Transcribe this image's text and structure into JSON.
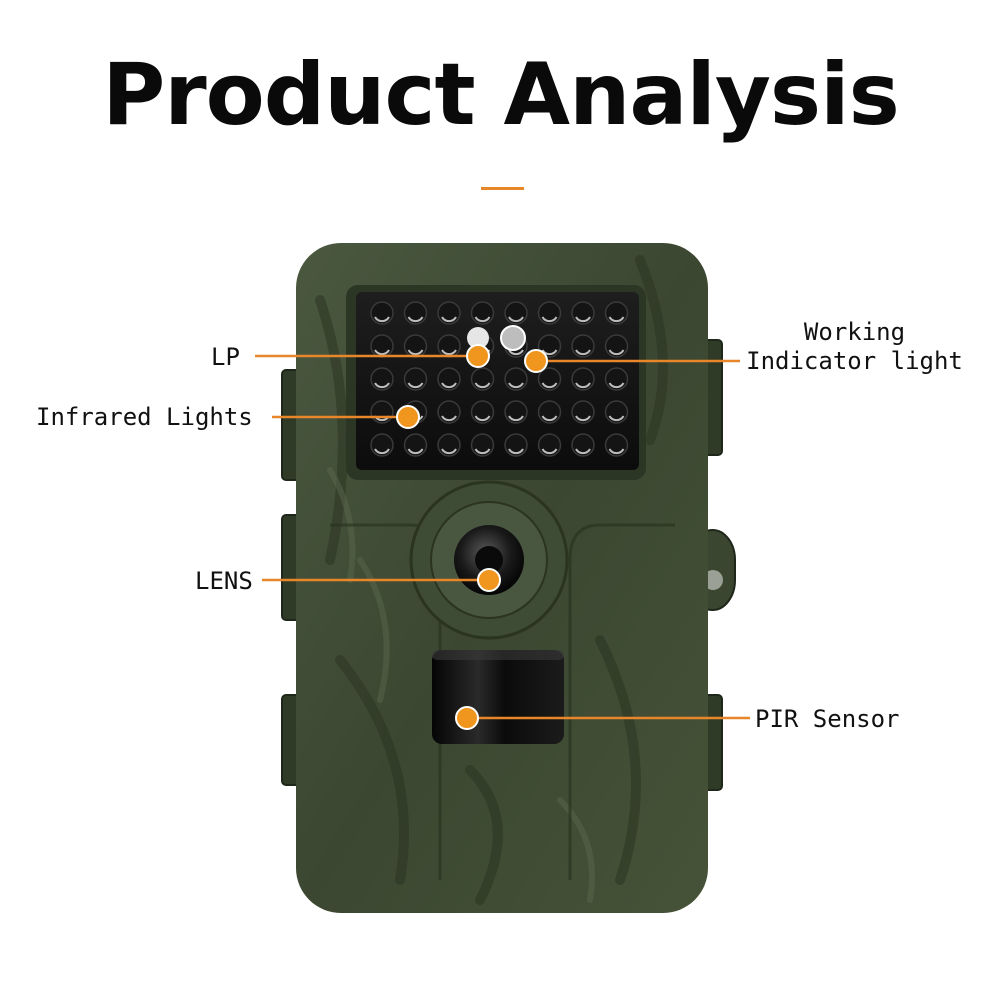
{
  "title": "Product Analysis",
  "accent_color": "#e8862a",
  "body_color": "#3d4a33",
  "callouts": {
    "lp": "LP",
    "infrared": "Infrared Lights",
    "lens": "LENS",
    "working_line1": "Working",
    "working_line2": "Indicator light",
    "pir": "PIR Sensor"
  }
}
